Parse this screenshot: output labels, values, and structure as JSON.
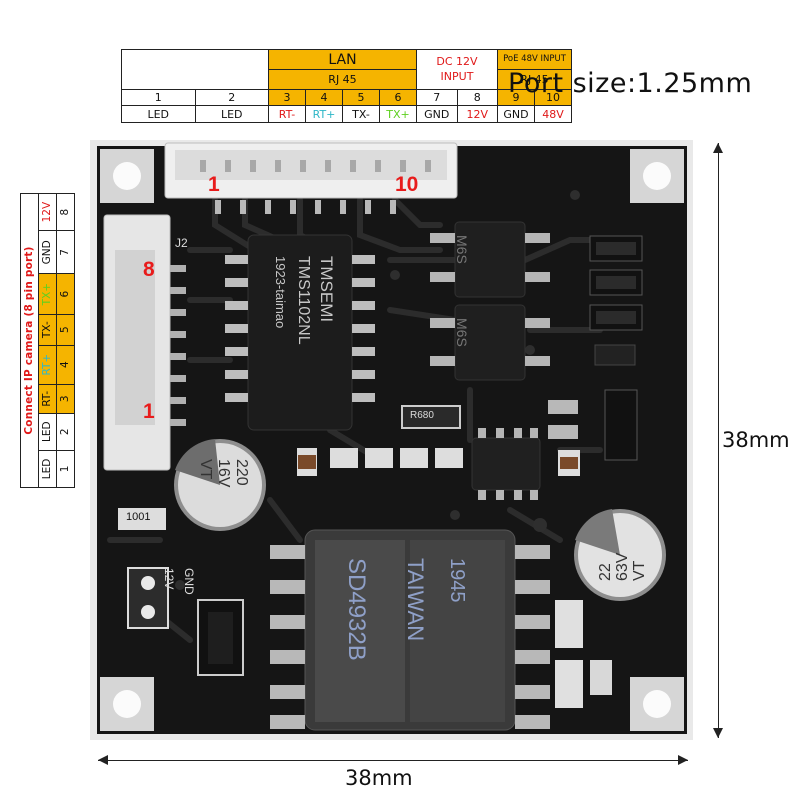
{
  "top_table": {
    "group_lan": "LAN",
    "group_dc": "DC 12V INPUT",
    "group_poe": "PoE 48V INPUT",
    "rj45_a": "RJ 45",
    "rj45_b": "RJ 45",
    "pins": [
      "1",
      "2",
      "3",
      "4",
      "5",
      "6",
      "7",
      "8",
      "9",
      "10"
    ],
    "functions": [
      {
        "label": "LED",
        "color": "#111111"
      },
      {
        "label": "LED",
        "color": "#111111"
      },
      {
        "label": "RT-",
        "color": "#e01818"
      },
      {
        "label": "RT+",
        "color": "#2fb7c7"
      },
      {
        "label": "TX-",
        "color": "#111111"
      },
      {
        "label": "TX+",
        "color": "#5ed020"
      },
      {
        "label": "GND",
        "color": "#111111"
      },
      {
        "label": "12V",
        "color": "#e01818"
      },
      {
        "label": "GND",
        "color": "#111111"
      },
      {
        "label": "48V",
        "color": "#e01818"
      }
    ]
  },
  "port_size": "Port size:1.25mm",
  "side_table": {
    "title": "Connect IP camera (8 pin port)",
    "pins": [
      "1",
      "2",
      "3",
      "4",
      "5",
      "6",
      "7",
      "8"
    ],
    "functions": [
      {
        "label": "LED",
        "color": "#111111"
      },
      {
        "label": "LED",
        "color": "#111111"
      },
      {
        "label": "RT-",
        "color": "#111111"
      },
      {
        "label": "RT+",
        "color": "#2fb7c7"
      },
      {
        "label": "TX-",
        "color": "#111111"
      },
      {
        "label": "TX+",
        "color": "#5ed020"
      },
      {
        "label": "GND",
        "color": "#111111"
      },
      {
        "label": "12V",
        "color": "#e01818"
      }
    ]
  },
  "dimensions": {
    "width": "38mm",
    "height": "38mm"
  },
  "board": {
    "top_connector_pin_first": "1",
    "top_connector_pin_last": "10",
    "side_connector_pin_top": "8",
    "side_connector_pin_bottom": "1",
    "j2_label": "J2",
    "transformer1": [
      "TMSEMI",
      "TMS1102NL",
      "1923-taimao"
    ],
    "transformer2": [
      "SD4932B",
      "TAIWAN",
      "1945"
    ],
    "cap1": [
      "220",
      "16V",
      "VT"
    ],
    "cap2": [
      "22",
      "63V",
      "VT"
    ],
    "resistor_1001": "1001",
    "resistor_r680": "R680",
    "power_label_12v": "12V",
    "power_label_gnd": "GND",
    "ic_label": "M6S"
  }
}
